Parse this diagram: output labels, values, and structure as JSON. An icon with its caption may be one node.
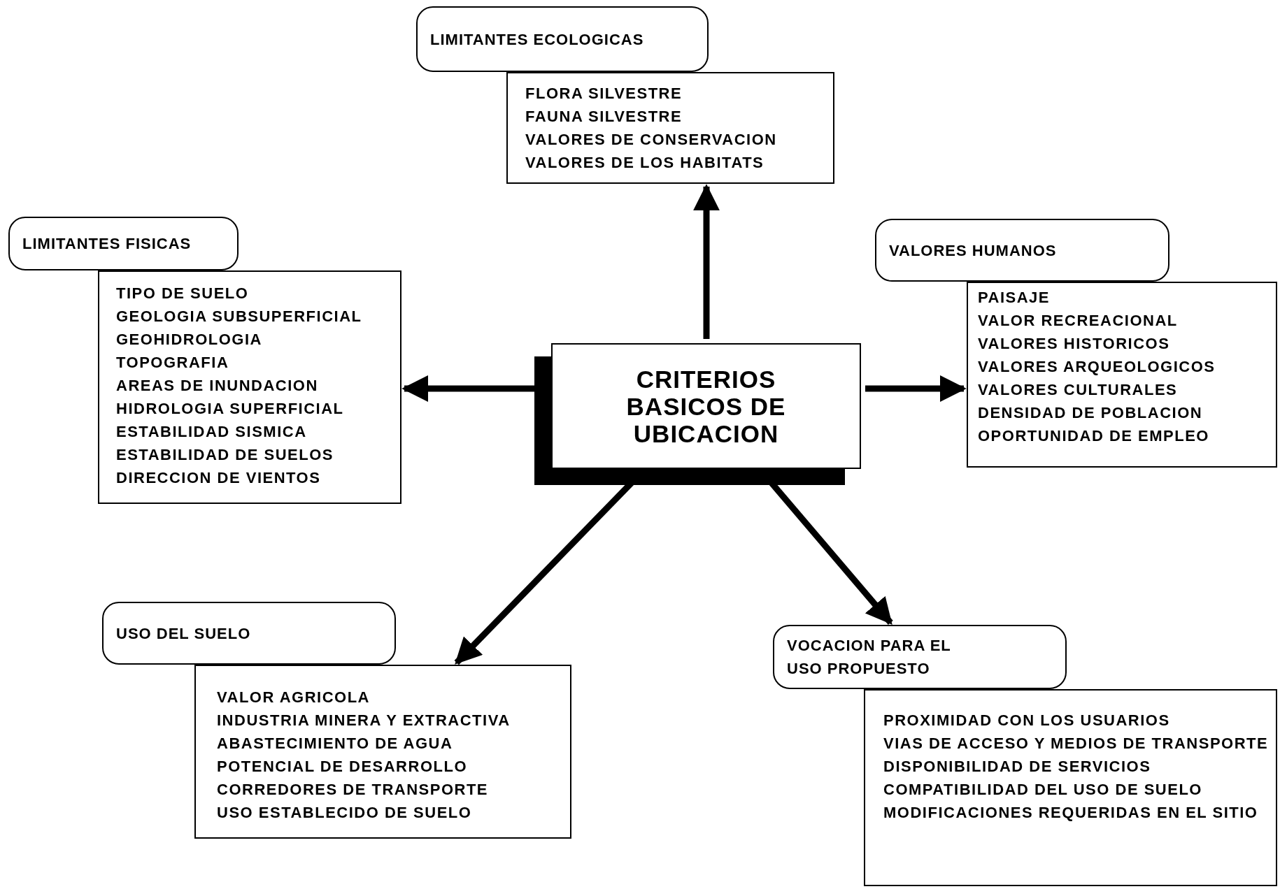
{
  "diagram": {
    "nodes": [
      {
        "text": [
          "CRITERIOS BASICOS DE UBICACION"
        ]
      },
      {
        "text": [
          "LIMITANTES ECOLOGICAS"
        ]
      },
      {
        "text": [
          "FLORA SILVESTRE",
          "FAUNA SILVESTRE",
          "VALORES DE CONSERVACION",
          "VALORES DE LOS HABITATS"
        ]
      },
      {
        "text": [
          "LIMITANTES FISICAS"
        ]
      },
      {
        "text": [
          "TIPO DE SUELO",
          "GEOLOGIA SUBSUPERFICIAL",
          "GEOHIDROLOGIA",
          "TOPOGRAFIA",
          "AREAS DE INUNDACION",
          "HIDROLOGIA SUPERFICIAL",
          "ESTABILIDAD SISMICA",
          "ESTABILIDAD DE SUELOS",
          "DIRECCION DE VIENTOS"
        ]
      },
      {
        "text": [
          "VALORES HUMANOS"
        ]
      },
      {
        "text": [
          "PAISAJE",
          "VALOR RECREACIONAL",
          "VALORES HISTORICOS",
          "VALORES ARQUEOLOGICOS",
          "VALORES CULTURALES",
          "DENSIDAD DE POBLACION",
          "OPORTUNIDAD DE EMPLEO"
        ]
      },
      {
        "text": [
          "USO DEL SUELO"
        ]
      },
      {
        "text": [
          "VALOR AGRICOLA",
          "INDUSTRIA MINERA Y EXTRACTIVA",
          "ABASTECIMIENTO DE AGUA",
          "POTENCIAL DE DESARROLLO",
          "CORREDORES DE TRANSPORTE",
          "USO ESTABLECIDO DE SUELO"
        ]
      },
      {
        "text": [
          "VOCACION PARA EL USO PROPUESTO"
        ]
      },
      {
        "text": [
          "PROXIMIDAD CON LOS USUARIOS",
          "VIAS DE ACCESO Y MEDIOS DE TRANSPORTE",
          "DISPONIBILIDAD DE SERVICIOS",
          "COMPATIBILIDAD DEL USO DE SUELO",
          "MODIFICACIONES REQUERIDAS EN EL SITIO"
        ]
      }
    ],
    "edges": [
      {
        "from": 0,
        "to": 2,
        "arrow": "to"
      },
      {
        "from": 0,
        "to": 4,
        "arrow": "to"
      },
      {
        "from": 0,
        "to": 6,
        "arrow": "to"
      },
      {
        "from": 0,
        "to": 8,
        "arrow": "to"
      },
      {
        "from": 0,
        "to": 9,
        "arrow": "to"
      }
    ]
  }
}
